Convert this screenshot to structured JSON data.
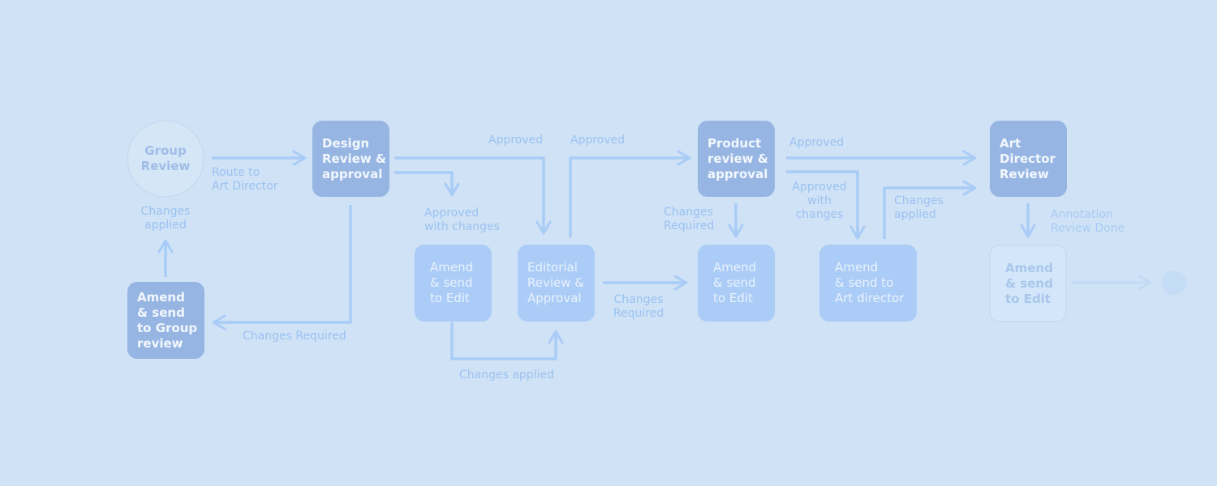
{
  "nodes": {
    "group_review": [
      "Group",
      "Review"
    ],
    "design_review": [
      "Design",
      "Review &",
      "approval"
    ],
    "amend_group": [
      "Amend",
      "& send",
      "to Group",
      "review"
    ],
    "amend_edit_1": [
      "Amend",
      "& send",
      "to Edit"
    ],
    "editorial_review": [
      "Editorial",
      "Review &",
      "Approval"
    ],
    "product_review": [
      "Product",
      "review &",
      "approval"
    ],
    "amend_edit_2": [
      "Amend",
      "& send",
      "to Edit"
    ],
    "amend_art": [
      "Amend",
      "& send to",
      "Art director"
    ],
    "art_director_review": [
      "Art",
      "Director",
      "Review"
    ],
    "amend_edit_3": [
      "Amend",
      "& send",
      "to Edit"
    ]
  },
  "labels": {
    "route_to_art_director": [
      "Route to",
      "Art Director"
    ],
    "changes_applied_group": [
      "Changes",
      "applied"
    ],
    "changes_required_design": "Changes Required",
    "approved_design": "Approved",
    "approved_with_changes_design": [
      "Approved",
      "with changes"
    ],
    "changes_applied_editorial": "Changes applied",
    "approved_editorial": "Approved",
    "changes_required_editorial": [
      "Changes",
      "Required"
    ],
    "changes_required_product": [
      "Changes",
      "Required"
    ],
    "approved_product": "Approved",
    "approved_with_changes_product": [
      "Approved",
      "with",
      "changes"
    ],
    "changes_applied_art": [
      "Changes",
      "applied"
    ],
    "annotation_review_done": [
      "Annotation",
      "Review Done"
    ]
  },
  "colors": {
    "background": "#cfe2f6",
    "edge": "#a9ccf6",
    "edge_faint": "#c2dbf5",
    "node_dark": "#96b5e2",
    "node_light": "#abccf6",
    "label": "#9cc2f1"
  }
}
